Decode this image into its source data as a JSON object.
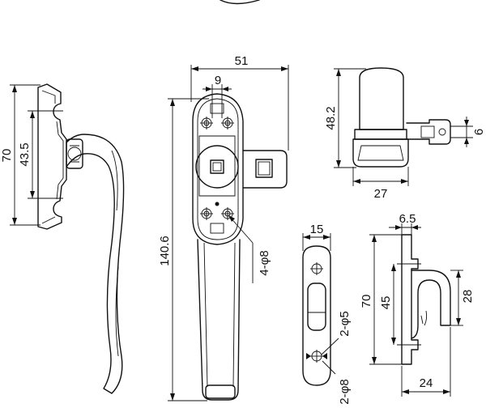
{
  "dimensions": {
    "side_view": {
      "overall_height": "70",
      "hole_spacing": "43.5"
    },
    "front_view": {
      "width": "51",
      "hole_offset": "9",
      "height": "140.6",
      "holes": "4-φ8"
    },
    "top_view": {
      "height": "48.2",
      "width": "27",
      "tab": "6"
    },
    "plate_view": {
      "width": "15",
      "upper_holes": "2-φ5",
      "lower_holes": "2-φ8"
    },
    "bracket_view": {
      "thickness": "6.5",
      "height": "70",
      "hole_spacing": "45",
      "hook_height": "28",
      "depth": "24"
    }
  },
  "colors": {
    "line": "#111111",
    "background": "#ffffff"
  }
}
